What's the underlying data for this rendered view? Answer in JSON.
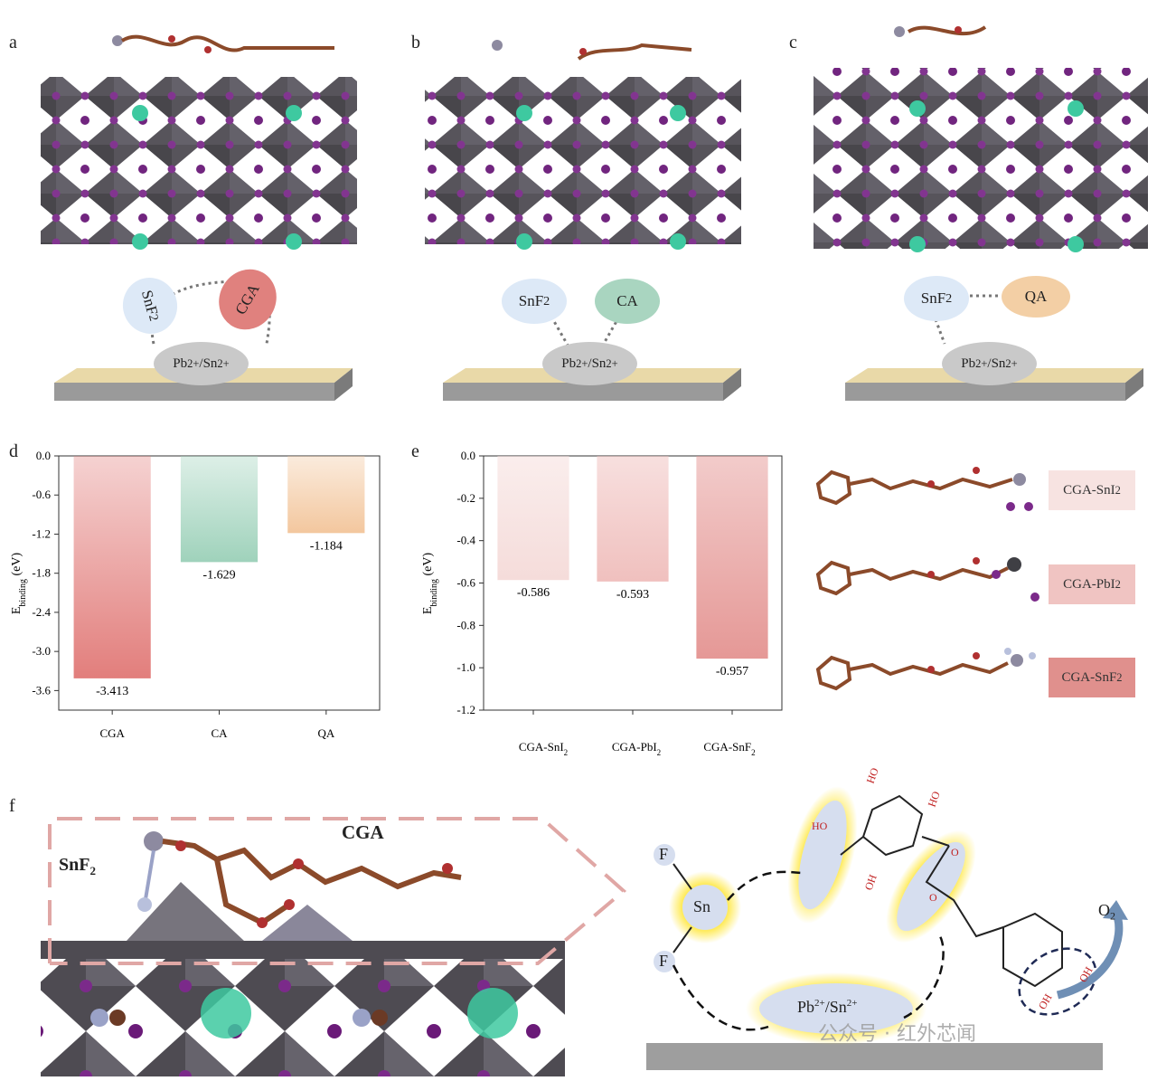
{
  "panels": {
    "a": {
      "label": "a",
      "bubbles": {
        "snf2": "SnF",
        "snf2_sub": "2",
        "right": "CGA"
      },
      "ion": {
        "pb": "Pb",
        "pb_sup": "2+",
        "sep": "/",
        "sn": "Sn",
        "sn_sup": "2+"
      },
      "colors": {
        "left": "#dde9f7",
        "right": "#e0817e",
        "ion": "#c9c9c9"
      }
    },
    "b": {
      "label": "b",
      "bubbles": {
        "snf2": "SnF",
        "snf2_sub": "2",
        "right": "CA"
      },
      "ion": {
        "pb": "Pb",
        "pb_sup": "2+",
        "sep": "/",
        "sn": "Sn",
        "sn_sup": "2+"
      },
      "colors": {
        "left": "#dde9f7",
        "right": "#a9d5c0",
        "ion": "#c9c9c9"
      }
    },
    "c": {
      "label": "c",
      "bubbles": {
        "snf2": "SnF",
        "snf2_sub": "2",
        "right": "QA"
      },
      "ion": {
        "pb": "Pb",
        "pb_sup": "2+",
        "sep": "/",
        "sn": "Sn",
        "sn_sup": "2+"
      },
      "colors": {
        "left": "#dde9f7",
        "right": "#f3cfa5",
        "ion": "#c9c9c9"
      }
    },
    "d": {
      "label": "d"
    },
    "e": {
      "label": "e"
    },
    "f": {
      "label": "f",
      "snf2": "SnF",
      "snf2_sub": "2",
      "cga": "CGA",
      "scheme": {
        "f": "F",
        "sn": "Sn",
        "o2": "O",
        "o2_sub": "2",
        "ion": {
          "pb": "Pb",
          "pb_sup": "2+",
          "sep": "/",
          "sn": "Sn",
          "sn_sup": "2+"
        },
        "groups": [
          "HO",
          "HO",
          "HO",
          "OH",
          "O",
          "O",
          "OH",
          "OH"
        ]
      }
    }
  },
  "ylabel_d": {
    "main": "E",
    "sub": "binding",
    "unit": " (eV)"
  },
  "ylabel_e": {
    "main": "E",
    "sub": "binding",
    "unit": " (eV)"
  },
  "e_categories_parts": [
    {
      "main": "CGA-SnI",
      "sub": "2"
    },
    {
      "main": "CGA-PbI",
      "sub": "2"
    },
    {
      "main": "CGA-SnF",
      "sub": "2"
    }
  ],
  "legend_tags": [
    {
      "main": "CGA-SnI",
      "sub": "2",
      "color": "#f7e3e1"
    },
    {
      "main": "CGA-PbI",
      "sub": "2",
      "color": "#f0c4c2"
    },
    {
      "main": "CGA-SnF",
      "sub": "2",
      "color": "#e0908d"
    }
  ],
  "watermark": "公众号 · 红外芯闻",
  "chart_data": [
    {
      "type": "bar",
      "categories": [
        "CGA",
        "CA",
        "QA"
      ],
      "values": [
        -3.413,
        -1.629,
        -1.184
      ],
      "value_labels": [
        "-3.413",
        "-1.629",
        "-1.184"
      ],
      "ylim": [
        -3.9,
        0.0
      ],
      "yticks": [
        "0.0",
        "-0.6",
        "-1.2",
        "-1.8",
        "-2.4",
        "-3.0",
        "-3.6"
      ],
      "ytick_values": [
        0.0,
        -0.6,
        -1.2,
        -1.8,
        -2.4,
        -3.0,
        -3.6
      ],
      "colors": [
        "#e27e7c",
        "#9fd2bb",
        "#f3c79e"
      ]
    },
    {
      "type": "bar",
      "categories": [
        "CGA-SnI2",
        "CGA-PbI2",
        "CGA-SnF2"
      ],
      "values": [
        -0.586,
        -0.593,
        -0.957
      ],
      "value_labels": [
        "-0.586",
        "-0.593",
        "-0.957"
      ],
      "ylim": [
        -1.2,
        0.0
      ],
      "yticks": [
        "0.0",
        "-0.2",
        "-0.4",
        "-0.6",
        "-0.8",
        "-1.0",
        "-1.2"
      ],
      "ytick_values": [
        0.0,
        -0.2,
        -0.4,
        -0.6,
        -0.8,
        -1.0,
        -1.2
      ],
      "colors": [
        "#f5dcda",
        "#f0c0be",
        "#e59896"
      ]
    }
  ]
}
